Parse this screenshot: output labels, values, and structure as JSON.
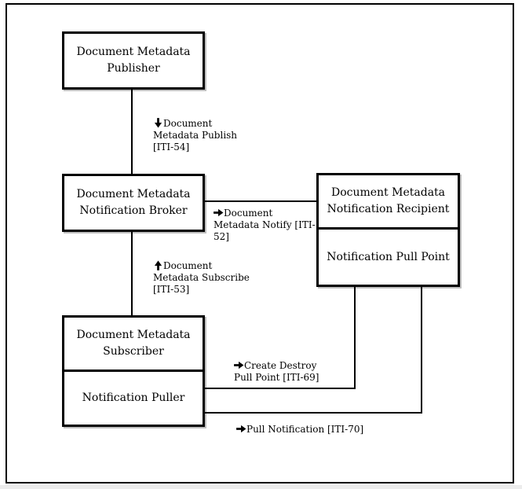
{
  "canvas": {
    "background": "#ffffff",
    "line_color": "#000000",
    "box_border_color": "#000000",
    "text_color": "#000000"
  },
  "actors": {
    "publisher": {
      "label": "Document Metadata Publisher"
    },
    "broker": {
      "label": "Document Metadata Notification Broker"
    },
    "recipient": {
      "label": "Document Metadata Notification Recipient"
    },
    "pull_point": {
      "label": "Notification Pull Point"
    },
    "subscriber": {
      "label": "Document Metadata Subscriber"
    },
    "puller": {
      "label": "Notification Puller"
    }
  },
  "transactions": {
    "iti54": {
      "arrow": "down",
      "label": "Document Metadata Publish [ITI-54]"
    },
    "iti52": {
      "arrow": "right",
      "label": "Document Metadata Notify [ITI-52]"
    },
    "iti53": {
      "arrow": "up",
      "label": "Document Metadata Subscribe [ITI-53]"
    },
    "iti69": {
      "arrow": "right",
      "label": "Create Destroy Pull Point [ITI-69]"
    },
    "iti70": {
      "arrow": "right",
      "label": "Pull Notification [ITI-70]"
    }
  }
}
